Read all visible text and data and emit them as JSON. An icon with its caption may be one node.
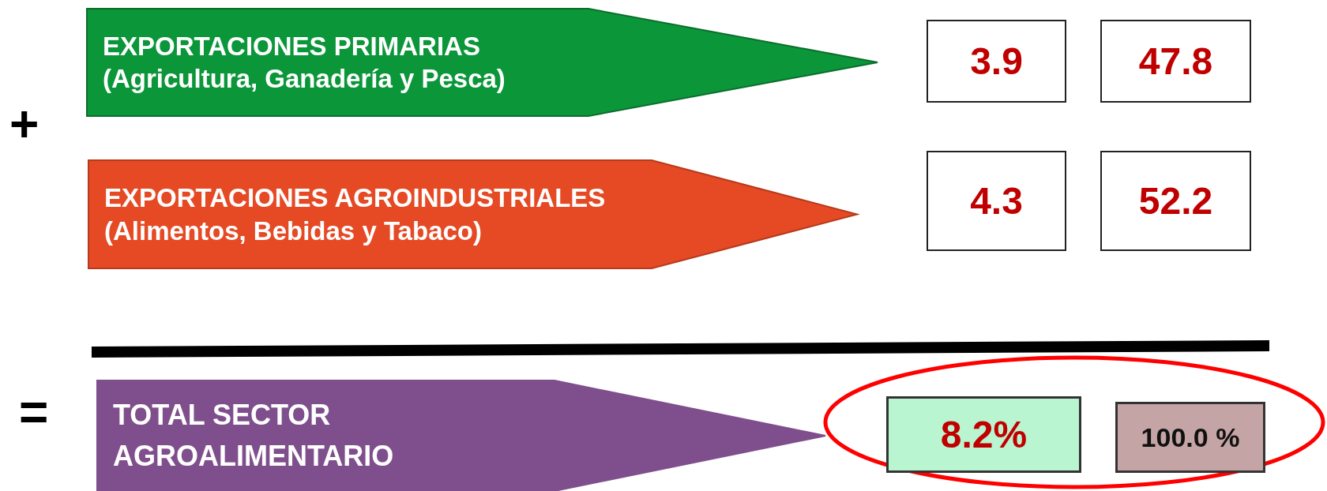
{
  "diagram": {
    "nodes": [
      {
        "text": [
          "EXPORTACIONES PRIMARIAS",
          "(Agricultura, Ganadería y Pesca)"
        ]
      },
      {
        "text": [
          "3.9"
        ]
      },
      {
        "text": [
          "47.8"
        ]
      },
      {
        "text": [
          "EXPORTACIONES AGROINDUSTRIALES",
          "(Alimentos, Bebidas y Tabaco)"
        ]
      },
      {
        "text": [
          "4.3"
        ]
      },
      {
        "text": [
          "52.2"
        ]
      },
      {
        "text": [
          "TOTAL SECTOR AGROALIMENTARIO"
        ]
      },
      {
        "text": [],
        "shape": "ellipse"
      },
      {
        "text": [
          "8.2%"
        ],
        "in": 7
      },
      {
        "text": [
          "100.0 %"
        ],
        "in": 7
      }
    ],
    "labels": [
      "+",
      "="
    ]
  }
}
